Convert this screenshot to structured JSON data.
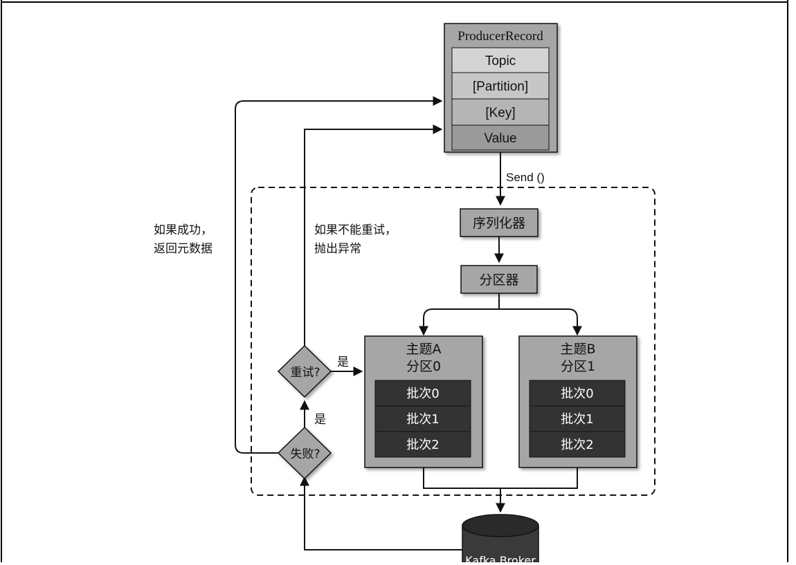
{
  "producer_record": {
    "title": "ProducerRecord",
    "fields": [
      "Topic",
      "[Partition]",
      "[Key]",
      "Value"
    ]
  },
  "send_label": "Send ()",
  "serializer": "序列化器",
  "partitioner": "分区器",
  "partitions": [
    {
      "topic": "主题A",
      "partition": "分区0",
      "batches": [
        "批次0",
        "批次1",
        "批次2"
      ]
    },
    {
      "topic": "主题B",
      "partition": "分区1",
      "batches": [
        "批次0",
        "批次1",
        "批次2"
      ]
    }
  ],
  "retry_decision": "重试?",
  "fail_decision": "失败?",
  "yes_label": "是",
  "success_label": [
    "如果成功，",
    "返回元数据"
  ],
  "cannot_retry_label": [
    "如果不能重试，",
    "抛出异常"
  ],
  "broker_label": "Kafka Broker",
  "colors": {
    "box_fill": "#a6a6a6",
    "field_fill": "#d4d4d4",
    "batch_fill": "#333333",
    "frame": "#000000"
  }
}
